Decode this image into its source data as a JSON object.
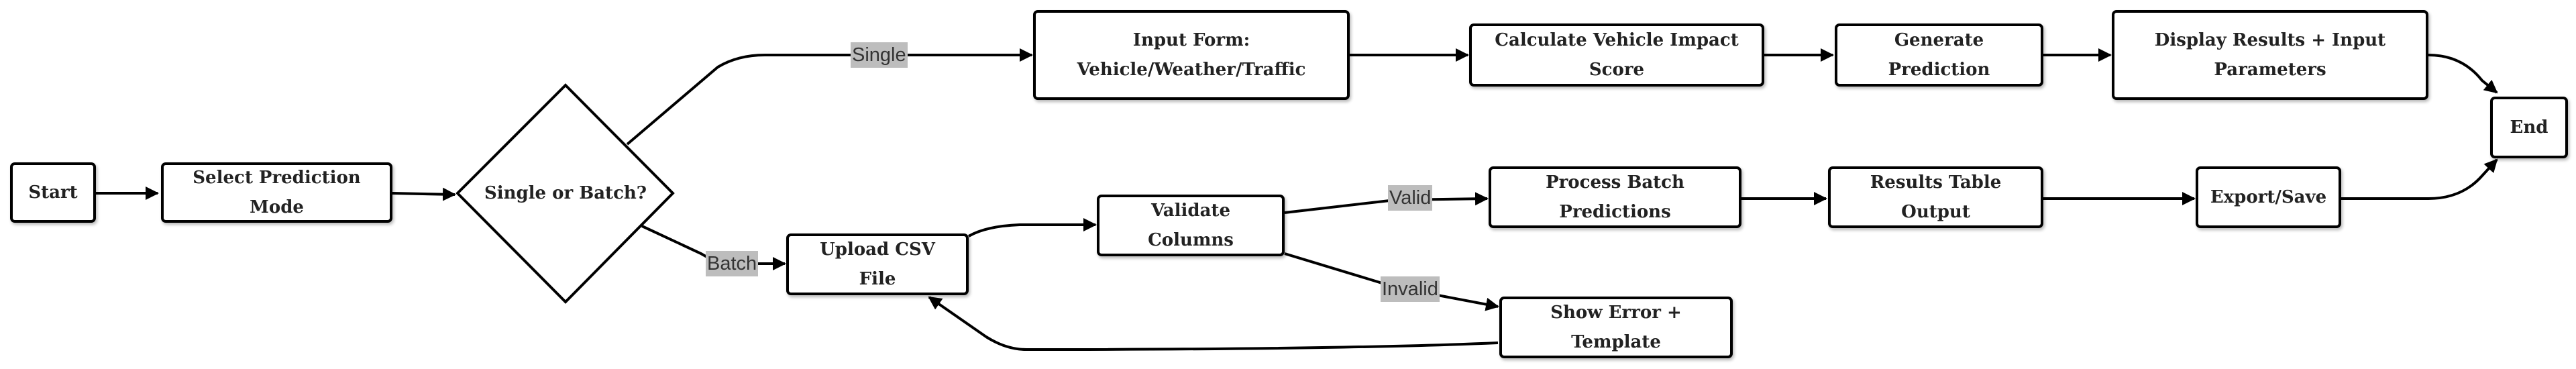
{
  "nodes": {
    "start": "Start",
    "select_mode": "Select Prediction Mode",
    "decision": "Single or Batch?",
    "input_form_line1": "Input Form:",
    "input_form_line2": "Vehicle/Weather/Traffic",
    "calc_score": "Calculate Vehicle Impact Score",
    "gen_prediction": "Generate Prediction",
    "display_line1": "Display Results + Input",
    "display_line2": "Parameters",
    "end": "End",
    "upload_csv": "Upload CSV File",
    "validate": "Validate Columns",
    "process_batch": "Process Batch Predictions",
    "results_table": "Results Table Output",
    "export": "Export/Save",
    "show_error": "Show Error + Template"
  },
  "edge_labels": {
    "single": "Single",
    "batch": "Batch",
    "valid": "Valid",
    "invalid": "Invalid"
  },
  "colors": {
    "stroke": "#000000",
    "label_bg": "#bdbdbd",
    "text": "#222222"
  }
}
